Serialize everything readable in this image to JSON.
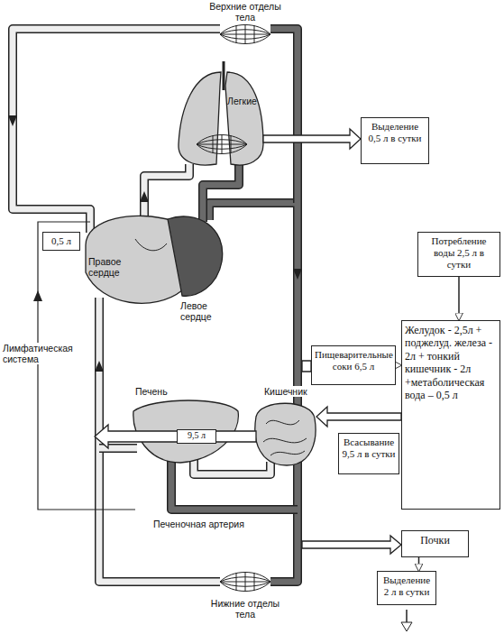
{
  "diagram": {
    "nodes": [
      {
        "text": [
          "Выделение 0,5 л в сутки"
        ]
      },
      {
        "text": [
          "0,5 л"
        ]
      },
      {
        "text": [
          "Потребление воды 2,5 л в сутки"
        ]
      },
      {
        "text": [
          "Пищеварительные соки 6,5 л"
        ]
      },
      {
        "text": [
          "Желудок - 2,5л + поджелуд. железа - 2л + тонкий кишечник - 2л +метаболическая вода – 0,5 л"
        ]
      },
      {
        "text": [
          "9,5 л"
        ]
      },
      {
        "text": [
          "Всасывание 9,5 л в сутки"
        ]
      },
      {
        "text": [
          "Почки"
        ]
      },
      {
        "text": [
          "Выделение 2 л в сутки"
        ]
      }
    ],
    "edges": [
      {
        "from": 2,
        "to": 4,
        "arrow": "to"
      },
      {
        "from": 3,
        "to": 4,
        "arrow": "to"
      },
      {
        "from": 7,
        "to": 8,
        "arrow": "to"
      }
    ],
    "labels": [
      "Верхние отделы тела",
      "Легкие",
      "Правое сердце",
      "Левое сердце",
      "Лимфатическая система",
      "Печень",
      "Кишечник",
      "Печеночная артерия",
      "Нижние отделы тела"
    ]
  }
}
